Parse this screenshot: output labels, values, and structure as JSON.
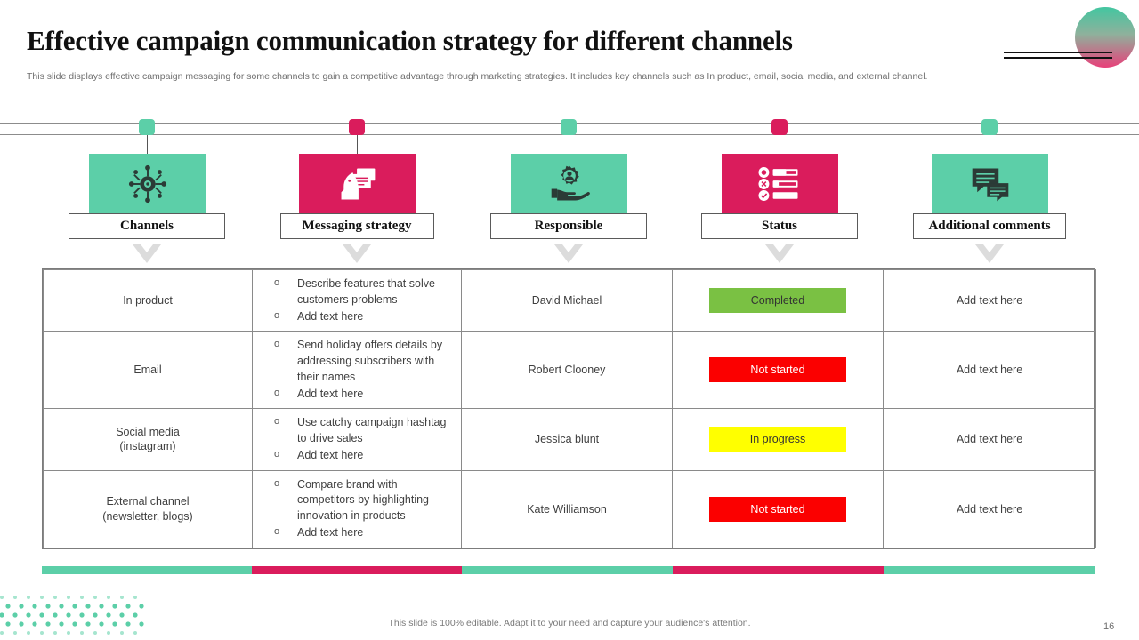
{
  "header": {
    "title": "Effective campaign communication strategy for different channels",
    "subtitle": "This slide displays effective campaign messaging for some channels to gain a competitive advantage through marketing strategies.  It includes key channels such as In product, email, social media, and external channel."
  },
  "colors": {
    "green": "#5ccfa8",
    "pink": "#da1c5c",
    "completed": "#7ac143",
    "not_started": "#fb0000",
    "in_progress": "#ffff00"
  },
  "columns": [
    {
      "label": "Channels",
      "icon": "network-hub-icon",
      "accent": "green"
    },
    {
      "label": "Messaging strategy",
      "icon": "chess-knight-message-icon",
      "accent": "pink"
    },
    {
      "label": "Responsible",
      "icon": "gear-user-hand-icon",
      "accent": "green"
    },
    {
      "label": "Status",
      "icon": "checklist-icon",
      "accent": "pink"
    },
    {
      "label": "Additional comments",
      "icon": "chat-bubbles-icon",
      "accent": "green"
    }
  ],
  "rows": [
    {
      "channel": "In product",
      "bullets": [
        "Describe features that solve customers problems",
        "Add text here"
      ],
      "responsible": "David Michael",
      "status": "Completed",
      "status_kind": "completed",
      "comments": "Add text here"
    },
    {
      "channel": "Email",
      "bullets": [
        "Send holiday offers details by addressing subscribers with their names",
        "Add text here"
      ],
      "responsible": "Robert Clooney",
      "status": "Not started",
      "status_kind": "notstarted",
      "comments": "Add text here"
    },
    {
      "channel": "Social media\n(instagram)",
      "bullets": [
        "Use catchy campaign hashtag to drive sales",
        "Add text here"
      ],
      "responsible": "Jessica blunt",
      "status": "In progress",
      "status_kind": "inprogress",
      "comments": "Add text here"
    },
    {
      "channel": "External channel\n(newsletter, blogs)",
      "bullets": [
        "Compare brand with competitors by highlighting innovation in products",
        "Add text here"
      ],
      "responsible": "Kate Williamson",
      "status": "Not started",
      "status_kind": "notstarted",
      "comments": "Add text here"
    }
  ],
  "footer": {
    "note": "This slide is 100% editable. Adapt it to your need and capture your audience's attention.",
    "page_number": "16"
  }
}
